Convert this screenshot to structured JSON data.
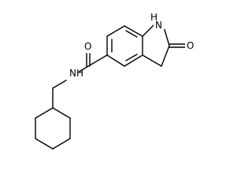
{
  "molecule": {
    "atoms": {
      "amide_n": "N",
      "amide_h": "H",
      "ring_nh": "H",
      "ring_n": "N",
      "ketone_o": "O",
      "amide_o": "O"
    }
  }
}
